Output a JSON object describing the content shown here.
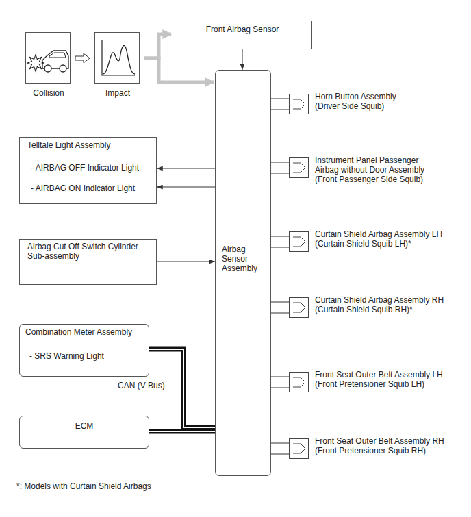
{
  "diagram": {
    "nodes": [
      {
        "text": [
          "Collision"
        ]
      },
      {
        "text": [
          "Impact"
        ]
      },
      {
        "text": [
          "Front Airbag Sensor"
        ]
      },
      {
        "text": [
          "Airbag Sensor Assembly"
        ]
      },
      {
        "text": [
          "Horn Button Assembly (Driver Side Squib)"
        ]
      },
      {
        "text": [
          "Instrument Panel Passenger Airbag without Door Assembly (Front Passenger Side Squib)"
        ]
      },
      {
        "text": [
          "Curtain Shield Airbag Assembly LH (Curtain Shield Squib LH)*"
        ]
      },
      {
        "text": [
          "Curtain Shield Airbag Assembly RH (Curtain Shield Squib RH)*"
        ]
      },
      {
        "text": [
          "Front Seat Outer Belt Assembly LH (Front Pretensioner Squib LH)"
        ]
      },
      {
        "text": [
          "Front Seat Outer Belt Assembly RH (Front Pretensioner Squib RH)"
        ]
      },
      {
        "text": [
          "Telltale Light Assembly",
          "- AIRBAG OFF Indicator Light",
          "- AIRBAG ON Indicator Light"
        ]
      },
      {
        "text": [
          "Airbag Cut Off Switch Cylinder Sub-assembly"
        ]
      },
      {
        "text": [
          "Combination Meter Assembly",
          "- SRS Warning Light"
        ]
      },
      {
        "text": [
          "ECM"
        ]
      }
    ],
    "edges": [
      {
        "from": 0,
        "to": 1,
        "arrow": "to"
      },
      {
        "from": 1,
        "to": 2,
        "arrow": "to"
      },
      {
        "from": 1,
        "to": 3,
        "arrow": "to"
      },
      {
        "from": 2,
        "to": 3,
        "arrow": "to"
      },
      {
        "from": 3,
        "to": 4,
        "arrow": "none"
      },
      {
        "from": 3,
        "to": 5,
        "arrow": "none"
      },
      {
        "from": 3,
        "to": 6,
        "arrow": "none"
      },
      {
        "from": 3,
        "to": 7,
        "arrow": "none"
      },
      {
        "from": 3,
        "to": 8,
        "arrow": "none"
      },
      {
        "from": 3,
        "to": 9,
        "arrow": "none"
      },
      {
        "from": 3,
        "to": 10,
        "arrow": "to"
      },
      {
        "from": 3,
        "to": 10,
        "arrow": "to"
      },
      {
        "from": 11,
        "to": 3,
        "arrow": "to"
      },
      {
        "from": 12,
        "to": 3,
        "arrow": "none",
        "label": "CAN (V Bus)"
      },
      {
        "from": 13,
        "to": 3,
        "arrow": "none"
      }
    ],
    "labels": [
      "*: Models with Curtain Shield Airbags"
    ]
  }
}
